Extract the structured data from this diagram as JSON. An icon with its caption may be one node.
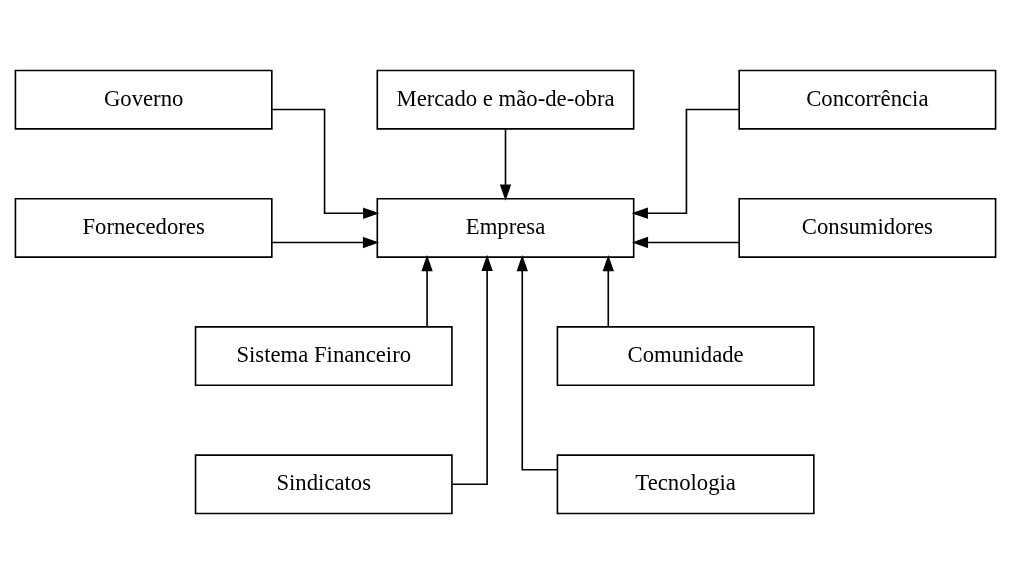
{
  "diagram": {
    "nodes": [
      {
        "text": [
          "Mercado e mão-de-obra"
        ]
      },
      {
        "text": [
          "Governo"
        ]
      },
      {
        "text": [
          "Concorrência"
        ]
      },
      {
        "text": [
          "Fornecedores"
        ]
      },
      {
        "text": [
          "Empresa"
        ]
      },
      {
        "text": [
          "Consumidores"
        ]
      },
      {
        "text": [
          "Sistema Financeiro"
        ]
      },
      {
        "text": [
          "Comunidade"
        ]
      },
      {
        "text": [
          "Sindicatos"
        ]
      },
      {
        "text": [
          "Tecnologia"
        ]
      }
    ],
    "edges": [
      {
        "from": 0,
        "to": 4,
        "arrow": "to"
      },
      {
        "from": 1,
        "to": 4,
        "arrow": "to"
      },
      {
        "from": 2,
        "to": 4,
        "arrow": "to"
      },
      {
        "from": 3,
        "to": 4,
        "arrow": "to"
      },
      {
        "from": 5,
        "to": 4,
        "arrow": "to"
      },
      {
        "from": 6,
        "to": 4,
        "arrow": "to"
      },
      {
        "from": 7,
        "to": 4,
        "arrow": "to"
      },
      {
        "from": 8,
        "to": 4,
        "arrow": "to"
      },
      {
        "from": 9,
        "to": 4,
        "arrow": "to"
      }
    ]
  }
}
